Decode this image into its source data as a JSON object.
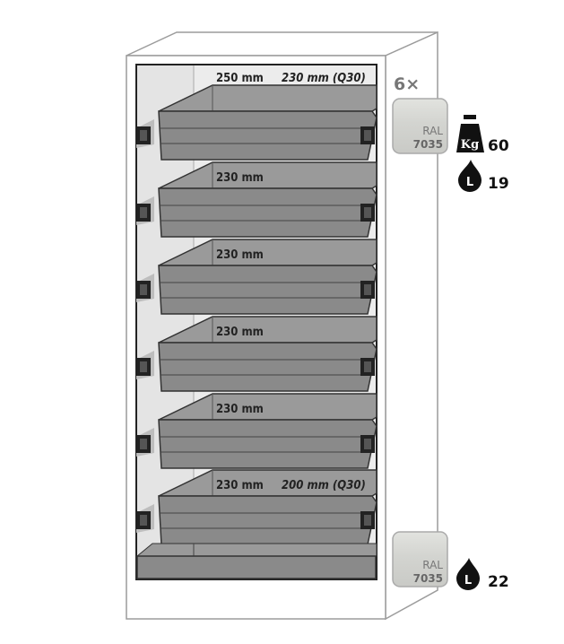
{
  "drawers": [
    {
      "height_label": "250 mm",
      "q30_label": "230 mm (Q30)"
    },
    {
      "height_label": "230 mm"
    },
    {
      "height_label": "230 mm"
    },
    {
      "height_label": "230 mm"
    },
    {
      "height_label": "230 mm"
    },
    {
      "height_label": "230 mm",
      "q30_label": "200 mm (Q30)"
    }
  ],
  "drawer_count_label": "6×",
  "drawer_color": {
    "ral_label": "RAL",
    "ral_code": "7035",
    "swatch_color": "#cfd0cc"
  },
  "load_capacity": {
    "icon": "weight-kg-icon",
    "icon_text": "Kg",
    "value": "60"
  },
  "drawer_volume": {
    "icon": "liquid-drop-l-icon",
    "icon_text": "L",
    "value": "19"
  },
  "sump": {
    "ral_label": "RAL",
    "ral_code": "7035",
    "volume_icon": "liquid-drop-l-icon",
    "volume_value": "22"
  },
  "colors": {
    "drawer": "#8a8a8a",
    "drawer_top": "#9a9a9a",
    "interior": "#d9d9d9",
    "outline": "#9c9c9c"
  }
}
